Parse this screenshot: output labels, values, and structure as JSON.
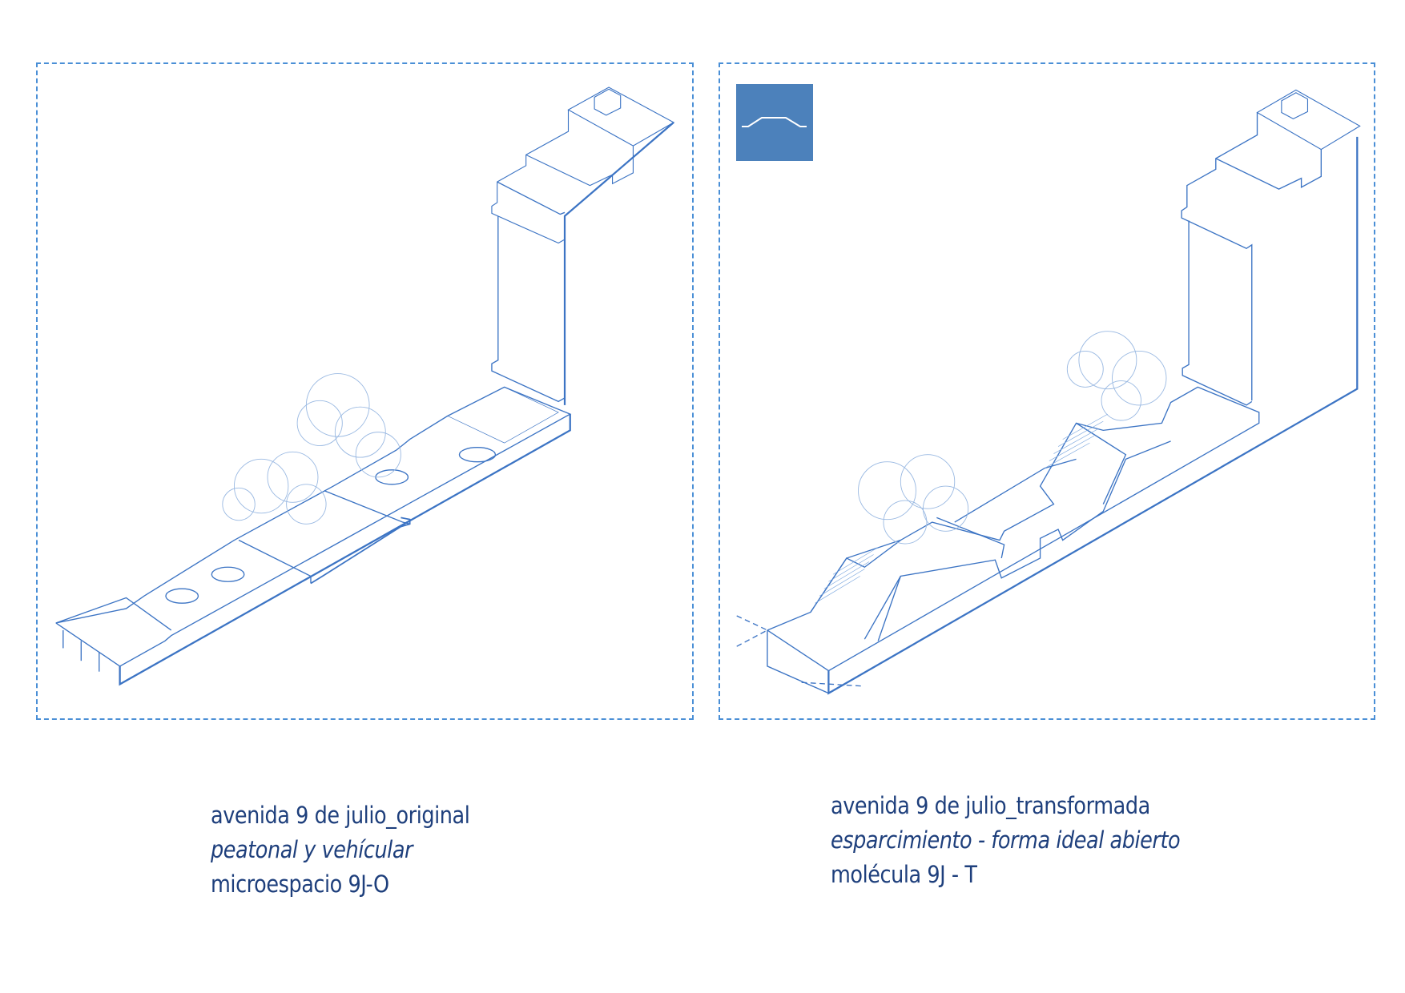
{
  "left_panel": {
    "title": "avenida 9 de julio_original",
    "subtitle": "peatonal y vehícular",
    "code": "microespacio 9J-O"
  },
  "right_panel": {
    "title": "avenida 9 de julio_transformada",
    "subtitle": "esparcimiento - forma ideal abierto",
    "code": "molécula 9J - T",
    "section_icon": "raised-platform-profile-icon"
  },
  "colors": {
    "line": "#3c74c4",
    "dash": "#4a8fd6",
    "text": "#1e3f7c",
    "icon_bg": "#4c81bb"
  }
}
